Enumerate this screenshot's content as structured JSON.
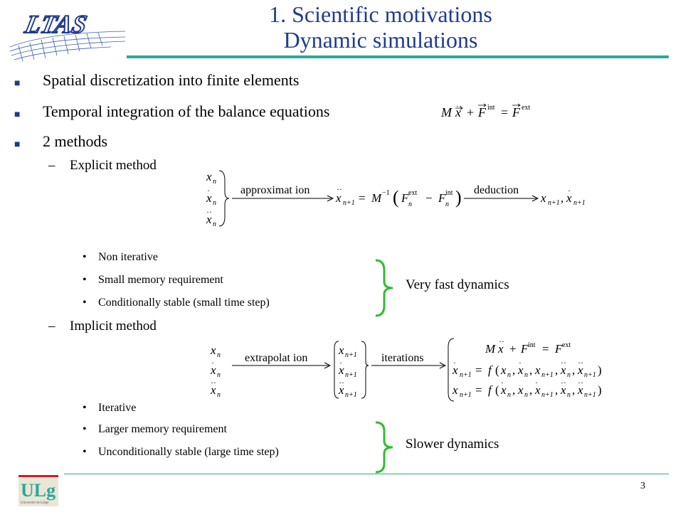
{
  "header": {
    "logo_text": "LTAS",
    "title_line1": "1. Scientific motivations",
    "title_line2": "Dynamic simulations"
  },
  "bullets": [
    {
      "text": "Spatial discretization into finite elements"
    },
    {
      "text": "Temporal integration of the balance equations"
    },
    {
      "text": "2 methods"
    }
  ],
  "explicit": {
    "label": "Explicit method",
    "arrow1_label": "approximat ion",
    "arrow2_label": "deduction",
    "items": [
      "Non iterative",
      "Small memory requirement",
      "Conditionally stable (small time step)"
    ],
    "note": "Very fast dynamics"
  },
  "implicit": {
    "label": "Implicit method",
    "arrow1_label": "extrapolat ion",
    "arrow2_label": "iterations",
    "items": [
      "Iterative",
      "Larger memory requirement",
      "Unconditionally stable (large time step)"
    ],
    "note": "Slower dynamics"
  },
  "footer": {
    "logo_text": "ULg",
    "logo_subtext": "Université de Liège",
    "page_number": "3"
  },
  "colors": {
    "title": "#1f3b8f",
    "rule": "#2aa89a",
    "brace": "#33bb33",
    "logo_red": "#c8202a"
  }
}
